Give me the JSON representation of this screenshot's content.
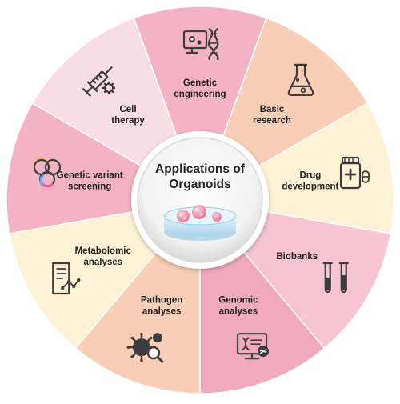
{
  "title": {
    "lines": [
      "Applications of",
      "Organoids"
    ]
  },
  "segments": [
    {
      "id": "genetic-engineering",
      "lines": [
        "Genetic",
        "engineering"
      ],
      "icon": "monitor-dna-icon",
      "color": "#f3b3c4"
    },
    {
      "id": "basic-research",
      "lines": [
        "Basic",
        "research"
      ],
      "icon": "flask-icon",
      "color": "#f9ceb6"
    },
    {
      "id": "drug-development",
      "lines": [
        "Drug",
        "development"
      ],
      "icon": "pill-bottle-icon",
      "color": "#fdf2d5"
    },
    {
      "id": "biobanks",
      "lines": [
        "Biobanks"
      ],
      "icon": "test-tubes-icon",
      "color": "#f6c4d3"
    },
    {
      "id": "genomic-analyses",
      "lines": [
        "Genomic",
        "analyses"
      ],
      "icon": "monitor-dna-analysis-icon",
      "color": "#f1a9be"
    },
    {
      "id": "pathogen-analyses",
      "lines": [
        "Pathogen",
        "analyses"
      ],
      "icon": "virus-magnifier-icon",
      "color": "#f9ceb6"
    },
    {
      "id": "metabolomic-analyses",
      "lines": [
        "Metabolomic",
        "analyses"
      ],
      "icon": "document-chart-icon",
      "color": "#fdf2d5"
    },
    {
      "id": "genetic-variant-screening",
      "lines": [
        "Genetic variant",
        "screening"
      ],
      "icon": "three-circles-icon",
      "color": "#f3b3c4"
    },
    {
      "id": "cell-therapy",
      "lines": [
        "Cell",
        "therapy"
      ],
      "icon": "syringe-gear-icon",
      "color": "#f9dde6"
    }
  ],
  "colors": {
    "ring_stroke": "#ffffff",
    "icon": "#3d3d3d",
    "icon_accent_yellow": "#f6c23e",
    "icon_accent_pink": "#e9609a",
    "icon_accent_blue": "#5aa9e6",
    "dish_fill": "#d6ecf8",
    "organoid": "#f08aa8"
  }
}
